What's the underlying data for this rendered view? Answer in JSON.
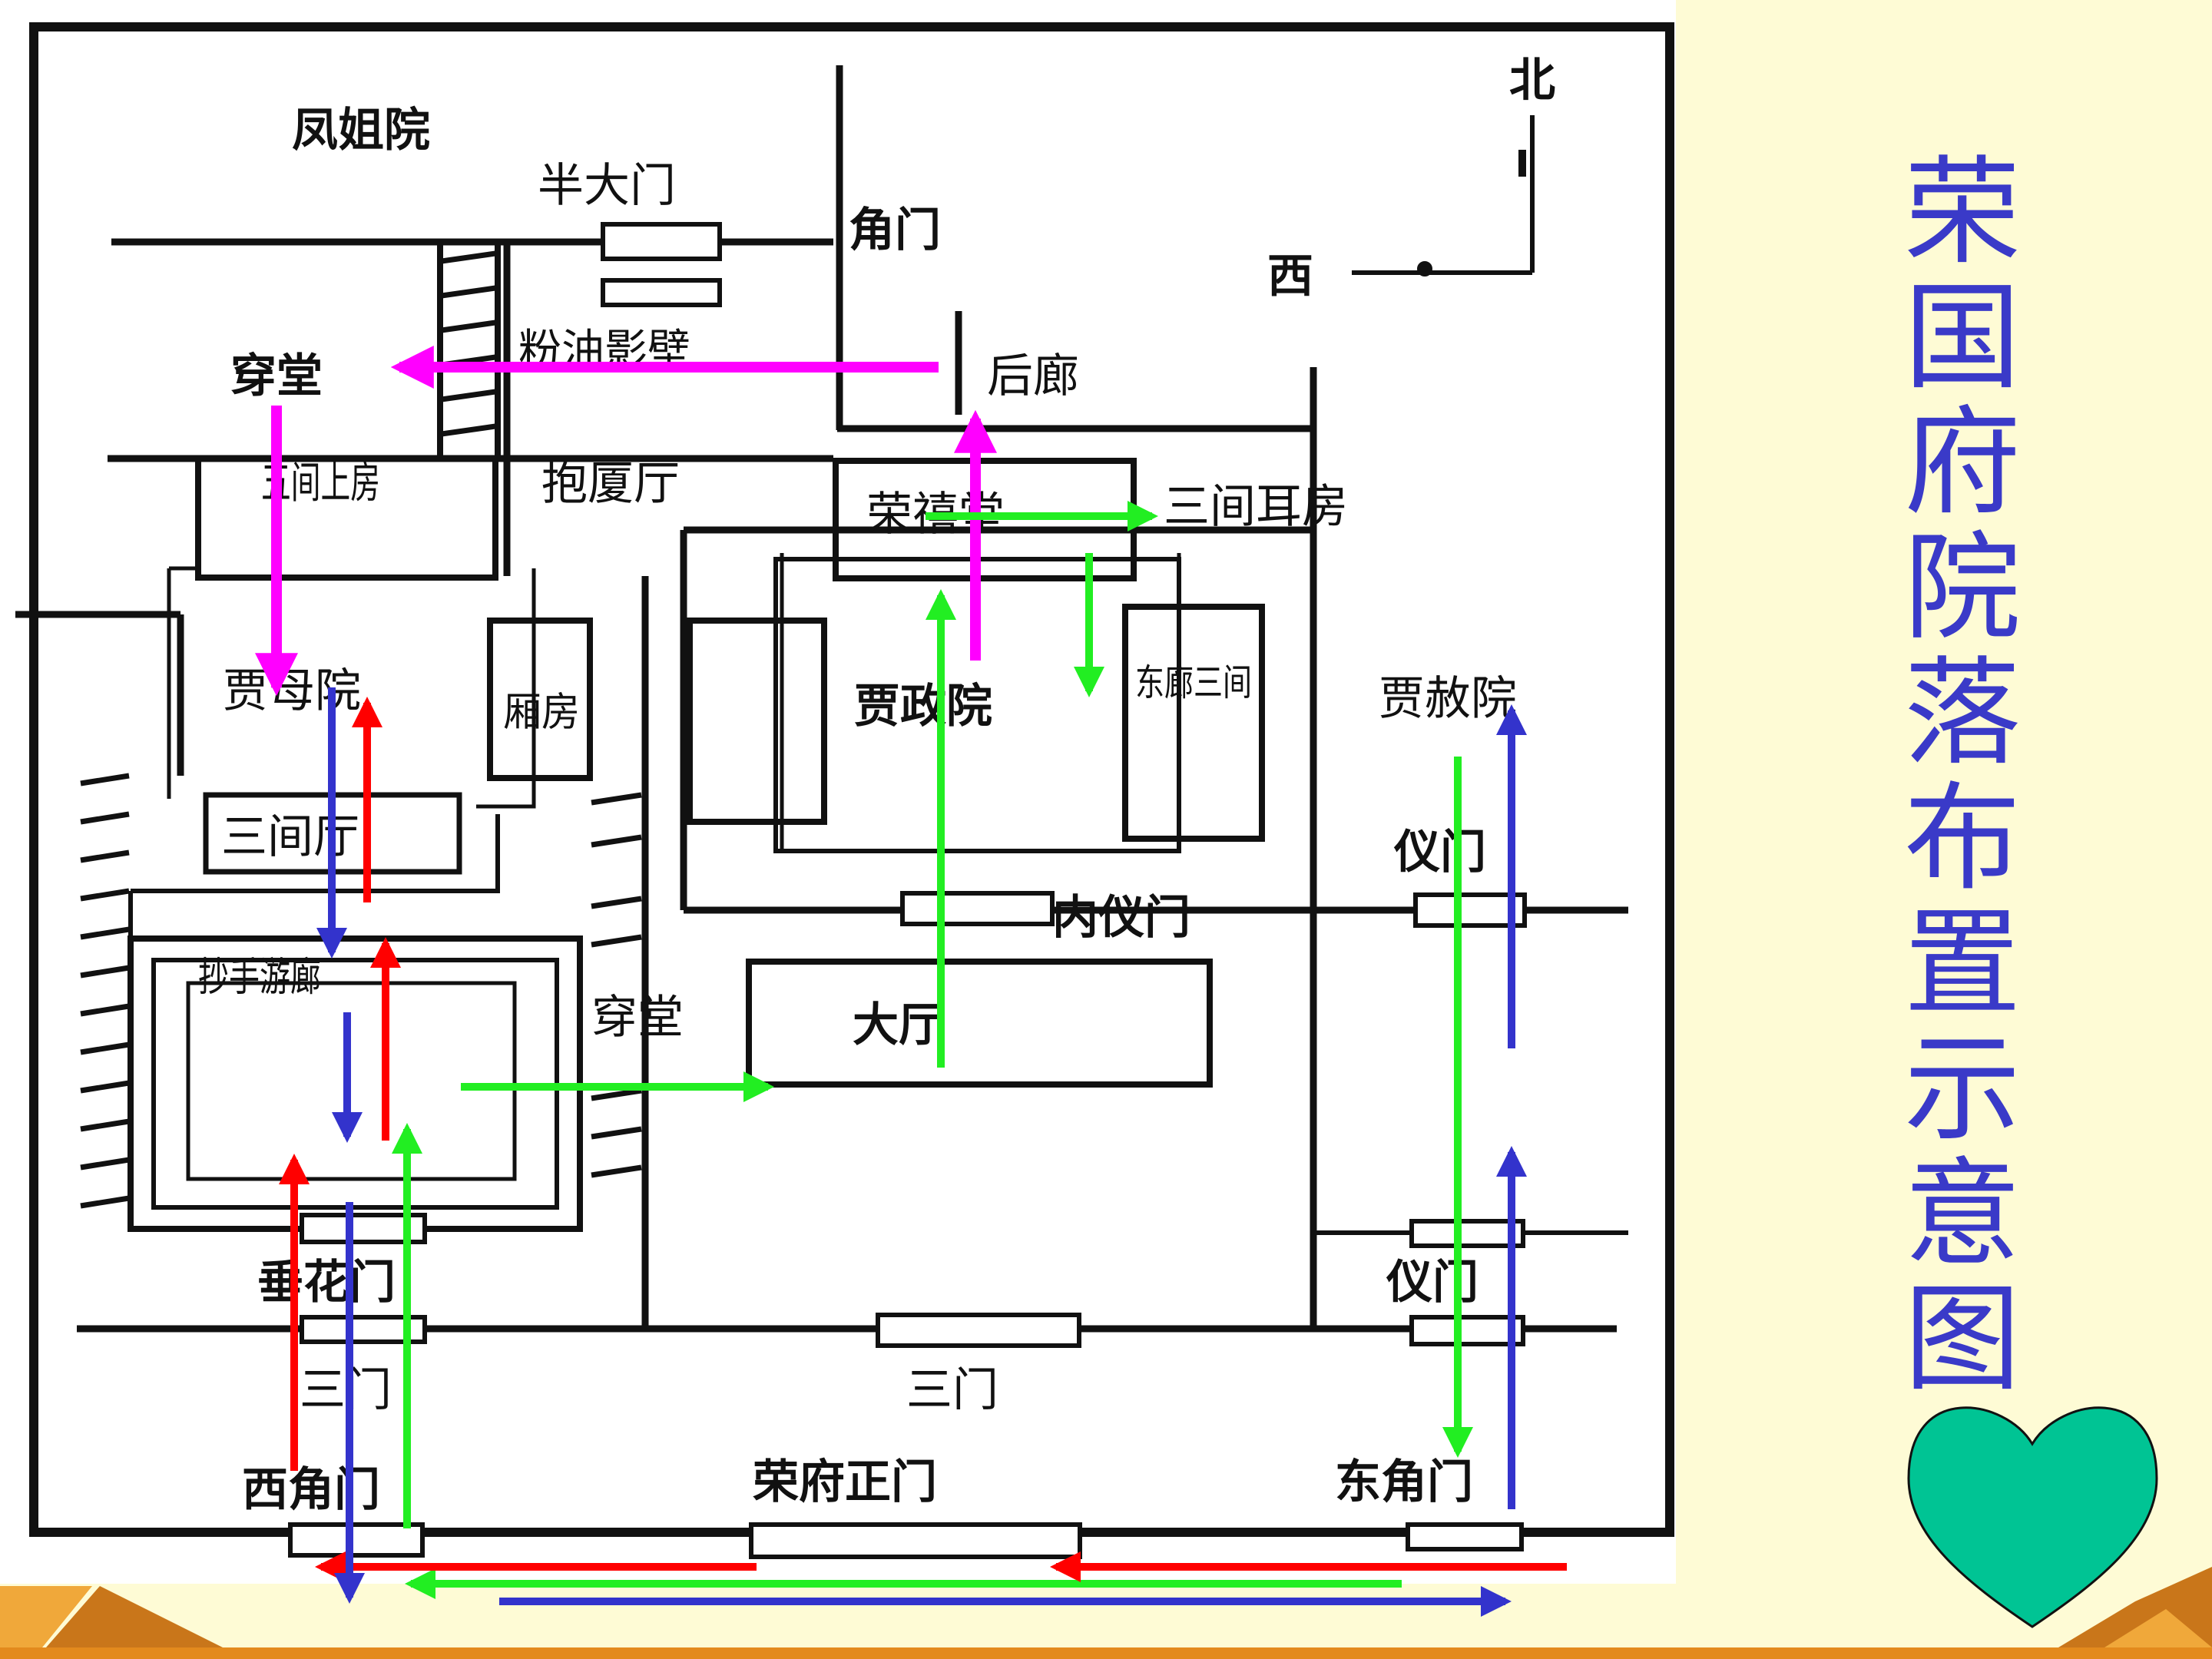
{
  "title": "荣国府院落布置示意图",
  "compass": {
    "north": "北",
    "west": "西"
  },
  "labels": {
    "fengjie_yuan": "凤姐院",
    "ban_damen": "半大门",
    "jiao_men_top": "角门",
    "fenyou_yingbi": "粉油影壁",
    "chuan_tang_top": "穿堂",
    "hou_lang": "后廊",
    "wujian_shangfang": "五间上房",
    "baosha_ting": "抱厦厅",
    "rongxi_tang": "荣禧堂",
    "sanjian_erfang": "三间耳房",
    "jiamu_yuan": "贾母院",
    "xiang_fang": "厢房",
    "jiazheng_yuan": "贾政院",
    "donglang_sanjian": "东廊三间",
    "jiashe_yuan": "贾赦院",
    "sanjian_ting": "三间厅",
    "nei_yimen": "内仪门",
    "yi_men_upper": "仪门",
    "chaoshou_youlang": "抄手游廊",
    "chuan_tang_mid": "穿堂",
    "da_ting": "大厅",
    "chuihua_men": "垂花门",
    "yi_men_lower": "仪门",
    "san_men_left": "三门",
    "san_men_center": "三门",
    "xijiao_men": "西角门",
    "rongfu_zhengmen": "荣府正门",
    "dongjiao_men": "东角门"
  },
  "colors": {
    "background": "#fefbd5",
    "title": "#3a3ac8",
    "heart": "#00c494",
    "arrow_magenta": "#ff00ff",
    "arrow_green": "#22ee22",
    "arrow_red": "#ff0000",
    "arrow_blue": "#3333cc",
    "footer_orange": "#e38a1d"
  },
  "icons": {
    "heart": "heart-icon",
    "compass": "compass-icon"
  }
}
